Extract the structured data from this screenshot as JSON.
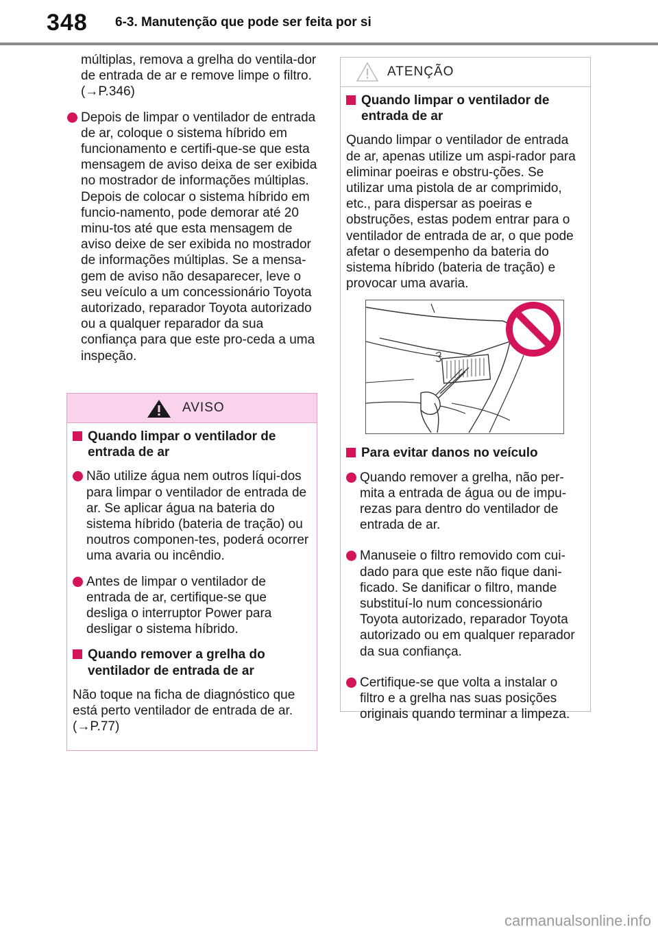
{
  "header": {
    "page_number": "348",
    "section_title": "6-3. Manutenção que pode ser feita por si"
  },
  "left": {
    "intro": "múltiplas, remova a grelha do ventila-dor de entrada de ar e remove limpe o filtro. (→P.346)",
    "bullet": "Depois de limpar o ventilador de entrada de ar, coloque o sistema híbrido em funcionamento e certifi-que-se que esta mensagem de aviso deixa de ser exibida no mostrador de informações múltiplas. Depois de colocar o sistema híbrido em funcio-namento, pode demorar até 20 minu-tos até que esta mensagem de aviso deixe de ser exibida no mostrador de informações múltiplas. Se a mensa-gem de aviso não desaparecer, leve o seu veículo a um concessionário Toyota autorizado, reparador Toyota autorizado ou a qualquer reparador da sua confiança para que este pro-ceda a uma inspeção."
  },
  "aviso": {
    "label": "AVISO",
    "icon": "warning-triangle-icon",
    "head1": "Quando limpar o ventilador de entrada de ar",
    "bullet1": "Não utilize água nem outros líqui-dos para limpar o ventilador de entrada de ar. Se aplicar água na bateria do sistema híbrido (bateria de tração) ou noutros componen-tes, poderá ocorrer uma avaria ou incêndio.",
    "bullet2": "Antes de limpar o ventilador de entrada de ar, certifique-se que desliga o interruptor Power para desligar o sistema híbrido.",
    "head2": "Quando remover a grelha do ventilador de entrada de ar",
    "para": "Não toque na ficha de diagnóstico que está perto ventilador de entrada de ar. (→P.77)"
  },
  "atencao": {
    "label": "ATENÇÃO",
    "icon": "caution-triangle-icon",
    "head1": "Quando limpar o ventilador de entrada de ar",
    "para": "Quando limpar o ventilador de entrada de ar, apenas utilize um aspi-rador para eliminar poeiras e obstru-ções. Se utilizar uma pistola de ar comprimido, etc., para dispersar as poeiras e obstruções, estas podem entrar para o ventilador de entrada de ar, o que pode afetar o desempenho da bateria do sistema híbrido (bateria de tração) e provocar uma avaria.",
    "illustration_icon": "prohibited-icon",
    "head2": "Para evitar danos no veículo",
    "bullet1": "Quando remover a grelha, não per-mita a entrada de água ou de impu-rezas para dentro do ventilador de entrada de ar.",
    "bullet2": "Manuseie o filtro removido com cui-dado para que este não fique dani-ficado. Se danificar o filtro, mande substituí-lo num concessionário Toyota autorizado, reparador Toyota autorizado ou em qualquer reparador da sua confiança.",
    "bullet3": "Certifique-se que volta a instalar o filtro e a grelha nas suas posições originais quando terminar a limpeza."
  },
  "footer": {
    "url": "carmanualsonline.info"
  },
  "colors": {
    "accent": "#d4145a",
    "aviso_bg": "#f9d3ec",
    "aviso_border": "#e3a0c8"
  }
}
